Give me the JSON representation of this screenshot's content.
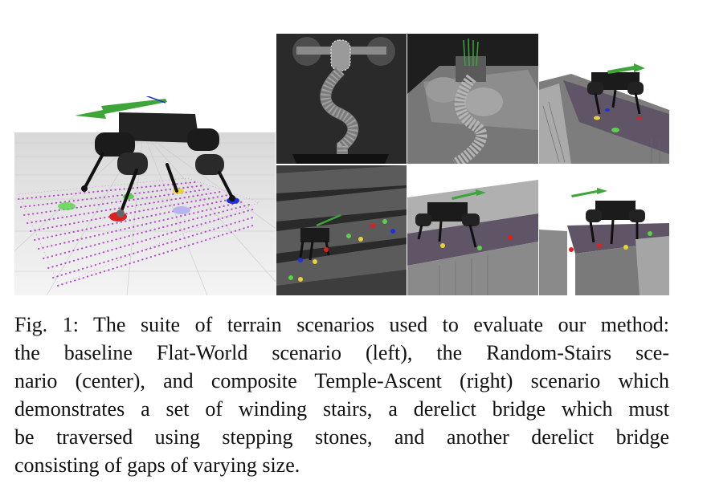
{
  "figure": {
    "panels": [
      {
        "id": "flat-world",
        "scene": "Flat-World"
      },
      {
        "id": "temple-overview",
        "scene": "Temple-Ascent"
      },
      {
        "id": "winding-stairs",
        "scene": "Temple-Ascent"
      },
      {
        "id": "bridge-stepping-stones",
        "scene": "Temple-Ascent"
      },
      {
        "id": "random-stairs-1",
        "scene": "Random-Stairs"
      },
      {
        "id": "random-stairs-2",
        "scene": "Random-Stairs"
      },
      {
        "id": "bridge-gaps",
        "scene": "Temple-Ascent"
      }
    ],
    "colors": {
      "foot_red": "#e02020",
      "foot_green": "#5ad24a",
      "foot_yellow": "#e8d23a",
      "foot_blue": "#2030e0",
      "foot_lavender": "#b8b4f0",
      "grid_dots": "#b03cc8",
      "arrow_green": "#3ea53a",
      "robot": "#1b1b1b"
    }
  },
  "caption": {
    "lines": [
      "Fig. 1: The suite of terrain scenarios used to evaluate our method:",
      "the baseline Flat-World scenario (left), the Random-Stairs sce-",
      "nario (center), and composite Temple-Ascent (right) scenario which",
      "demonstrates a set of winding stairs, a derelict bridge which must",
      "be traversed using stepping stones, and another derelict bridge",
      "consisting of gaps of varying size."
    ]
  }
}
